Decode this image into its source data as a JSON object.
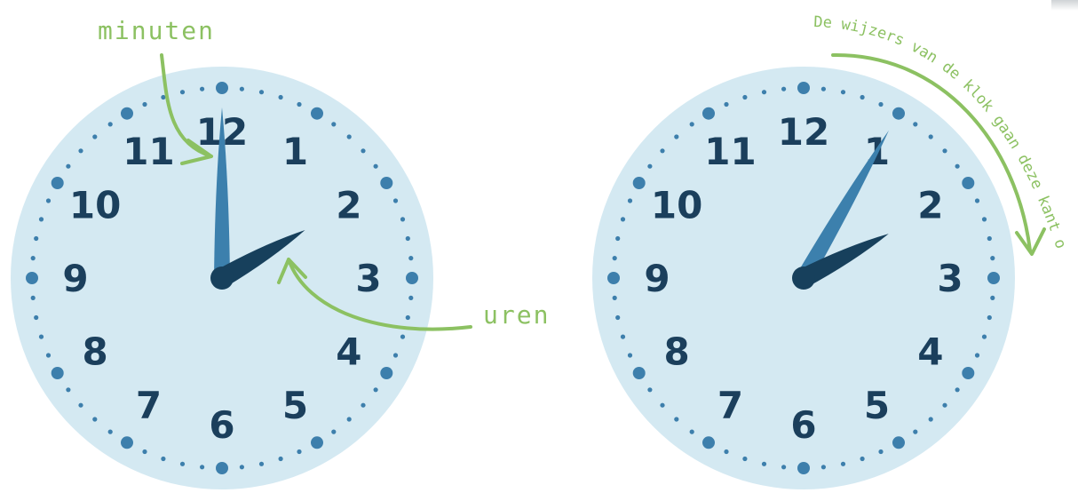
{
  "colors": {
    "face": "#d4e9f2",
    "dots": "#3d7fac",
    "numerals": "#1b3f5c",
    "minute_hand": "#3c80ad",
    "hour_hand": "#17405c",
    "annotation": "#8cc162"
  },
  "numerals": [
    "12",
    "1",
    "2",
    "3",
    "4",
    "5",
    "6",
    "7",
    "8",
    "9",
    "10",
    "11"
  ],
  "clocks": [
    {
      "id": "left",
      "time": {
        "hour": 2,
        "minute": 0
      }
    },
    {
      "id": "right",
      "time": {
        "hour": 2,
        "minute": 5
      }
    }
  ],
  "labels": {
    "minutes": "minuten",
    "hours": "uren",
    "direction_text": "De wijzers van de klok gaan deze kant op."
  }
}
